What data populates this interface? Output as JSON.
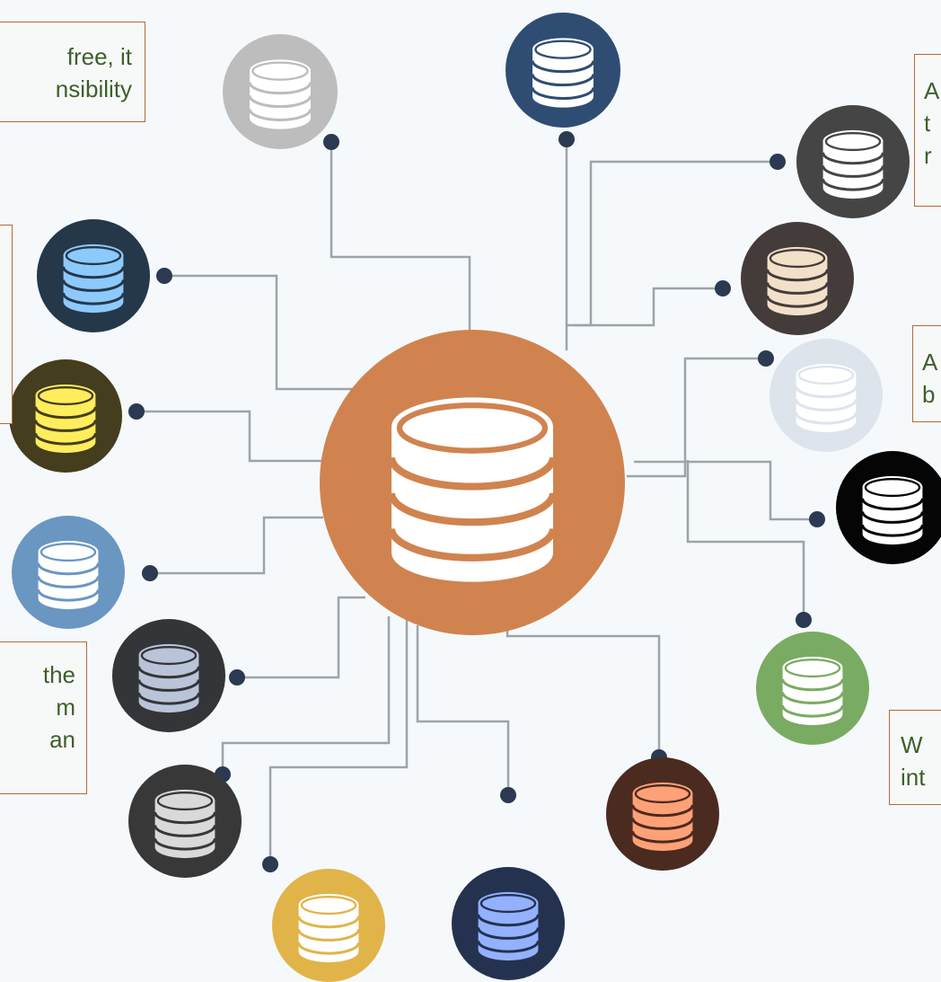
{
  "text_boxes": {
    "box1": "free, it\nnsibility",
    "box2": "A\nt\nr",
    "box3": "",
    "box4": "A\nb",
    "box5": "the\nm\nan",
    "box6": "W\nint"
  },
  "colors": {
    "background": "#f5f9fb",
    "line": "#9ea3a8",
    "dot": "#2b3a52",
    "hub": "#d0834f",
    "box_border": "#b5683a",
    "box_text": "#3e5f2b"
  },
  "hub": {
    "icon": "database-icon",
    "fill": "#d0834f",
    "icon_color": "#ffffff"
  },
  "nodes": [
    {
      "id": "top-left-gray",
      "fill": "#bdbdbd",
      "icon_color": "#ffffff"
    },
    {
      "id": "top-navy",
      "fill": "#2f4d73",
      "icon_color": "#ffffff"
    },
    {
      "id": "right-charcoal",
      "fill": "#454545",
      "icon_color": "#ffffff"
    },
    {
      "id": "right-tan",
      "fill": "#443c3a",
      "icon_color": "#f2e0c8"
    },
    {
      "id": "right-pale",
      "fill": "#dde4ec",
      "icon_color": "#ffffff"
    },
    {
      "id": "right-black",
      "fill": "#050505",
      "icon_color": "#ffffff"
    },
    {
      "id": "right-green",
      "fill": "#7aab62",
      "icon_color": "#ffffff"
    },
    {
      "id": "bottom-brown",
      "fill": "#4b2a20",
      "icon_color": "#ffa176"
    },
    {
      "id": "bottom-navy-blue",
      "fill": "#243250",
      "icon_color": "#93b1ff"
    },
    {
      "id": "bottom-yellow",
      "fill": "#e1b44a",
      "icon_color": "#ffffff"
    },
    {
      "id": "left-charcoal-lightgray",
      "fill": "#383838",
      "icon_color": "#d9d9d9"
    },
    {
      "id": "left-dark-lavender",
      "fill": "#333538",
      "icon_color": "#bac4d8"
    },
    {
      "id": "left-steel-blue",
      "fill": "#6a96c2",
      "icon_color": "#ffffff"
    },
    {
      "id": "left-olive-yellow",
      "fill": "#443d1e",
      "icon_color": "#ffed5c"
    },
    {
      "id": "left-slate-skyblue",
      "fill": "#24384a",
      "icon_color": "#8ec9fc"
    }
  ]
}
